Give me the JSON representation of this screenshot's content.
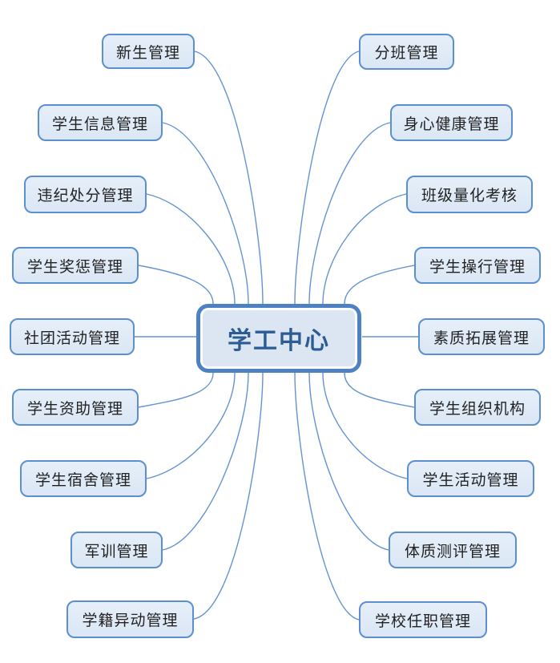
{
  "diagram": {
    "type": "mind-map",
    "center": {
      "label": "学工中心"
    },
    "branches": {
      "left": [
        {
          "label": "新生管理"
        },
        {
          "label": "学生信息管理"
        },
        {
          "label": "违纪处分管理"
        },
        {
          "label": "学生奖惩管理"
        },
        {
          "label": "社团活动管理"
        },
        {
          "label": "学生资助管理"
        },
        {
          "label": "学生宿舍管理"
        },
        {
          "label": "军训管理"
        },
        {
          "label": "学籍异动管理"
        }
      ],
      "right": [
        {
          "label": "分班管理"
        },
        {
          "label": "身心健康管理"
        },
        {
          "label": "班级量化考核"
        },
        {
          "label": "学生操行管理"
        },
        {
          "label": "素质拓展管理"
        },
        {
          "label": "学生组织机构"
        },
        {
          "label": "学生活动管理"
        },
        {
          "label": "体质测评管理"
        },
        {
          "label": "学校任职管理"
        }
      ]
    }
  },
  "colors": {
    "node_border": "#5b8fd0",
    "node_fill": "#dde9f6",
    "center_border": "#4e81c4",
    "center_fill": "#dce6f2",
    "center_text": "#2d5b94",
    "line": "#6493d2"
  }
}
